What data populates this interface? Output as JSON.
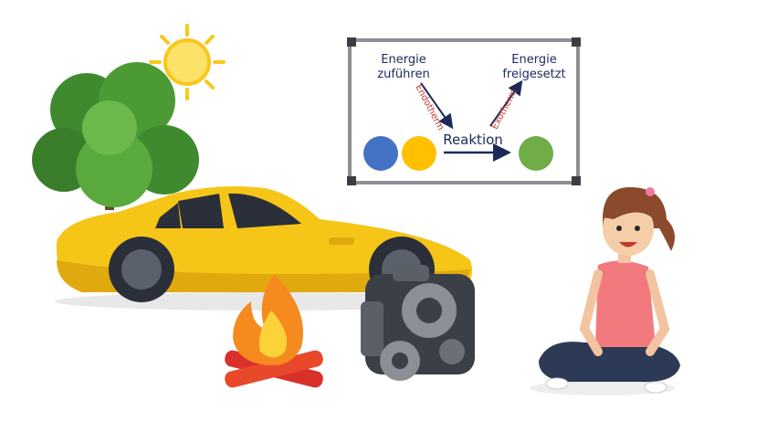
{
  "whiteboard": {
    "energy_in_line1": "Energie",
    "energy_in_line2": "zuführen",
    "energy_out_line1": "Energie",
    "energy_out_line2": "freigesetzt",
    "endotherm": "Endotherm",
    "exotherm": "Exotherm",
    "reaction": "Reaktion"
  },
  "colors": {
    "reactant1": "#4472c4",
    "reactant2": "#ffc000",
    "product": "#70ad47",
    "arrow": "#1b2a5a",
    "label_red": "#c0392b",
    "car": "#f5c518"
  }
}
